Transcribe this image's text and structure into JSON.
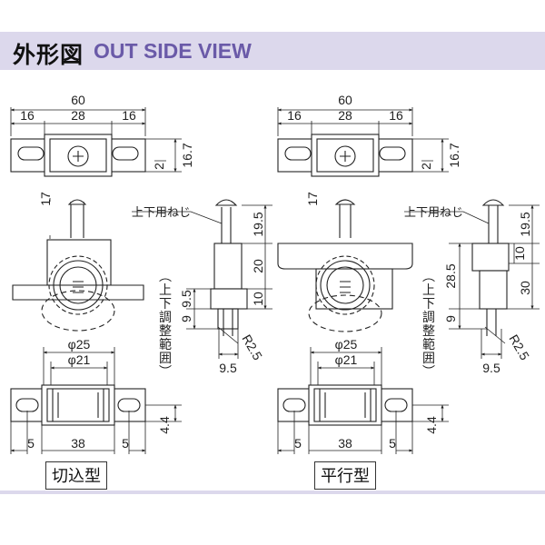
{
  "header": {
    "title_jp": "外形図",
    "title_en": "OUT SIDE VIEW"
  },
  "views": [
    {
      "id": "kirikomi",
      "label": "切込型",
      "top_dims": {
        "overall": "60",
        "left": "16",
        "center": "28",
        "right": "16",
        "height": "16.7",
        "slot": "2"
      },
      "front_dims": {
        "pin": "17",
        "screw_label": "上下用ねじ",
        "top": "19.5",
        "mid": "20",
        "lower": "10",
        "a": "9.5",
        "b": "9",
        "radius": "R2.5",
        "width": "9.5",
        "adjust": "（上下調整範囲）"
      },
      "wheel_dims": {
        "outer": "φ25",
        "inner": "φ21"
      },
      "bottom_dims": {
        "left": "5",
        "center": "38",
        "right": "5",
        "offset": "4.4"
      }
    },
    {
      "id": "heiko",
      "label": "平行型",
      "top_dims": {
        "overall": "60",
        "left": "16",
        "center": "28",
        "right": "16",
        "height": "16.7",
        "slot": "2"
      },
      "front_dims": {
        "pin": "17",
        "screw_label": "上下用ねじ",
        "top": "19.5",
        "mid": "28.5",
        "lower": "10",
        "side": "30",
        "b": "9",
        "radius": "R2.5",
        "width": "9.5",
        "adjust": "（上下調整範囲）"
      },
      "wheel_dims": {
        "outer": "φ25",
        "inner": "φ21"
      },
      "bottom_dims": {
        "left": "5",
        "center": "38",
        "right": "5",
        "offset": "4.4"
      }
    }
  ]
}
